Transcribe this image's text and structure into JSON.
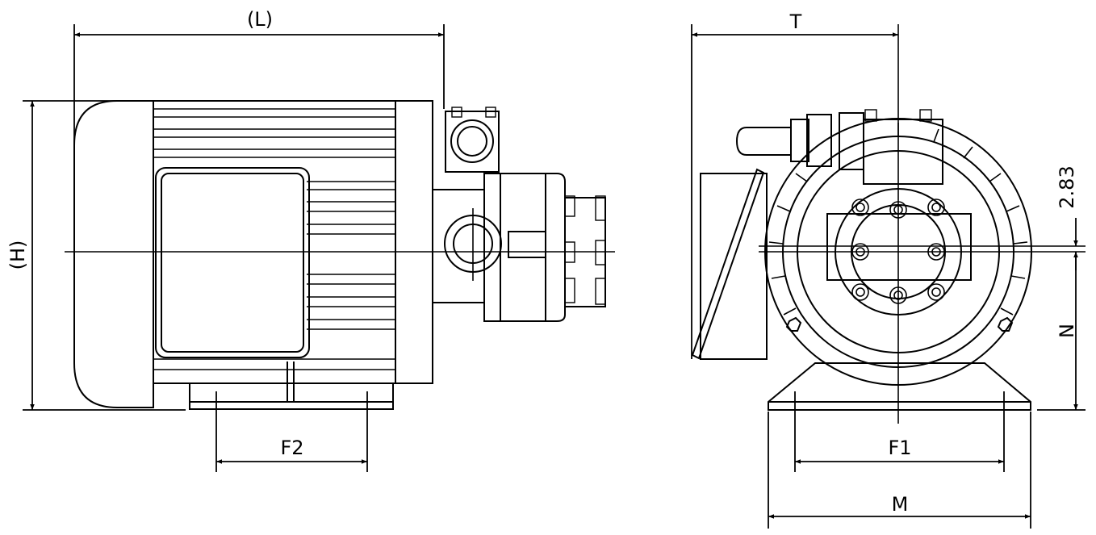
{
  "labels": {
    "length": "(L)",
    "height": "(H)",
    "foot_pitch": "F2",
    "top_width": "T",
    "shaft_offset": "2.83",
    "center_height": "N",
    "foot_span": "F1",
    "base_width": "M"
  },
  "colors": {
    "line": "#000000",
    "background": "#ffffff"
  }
}
